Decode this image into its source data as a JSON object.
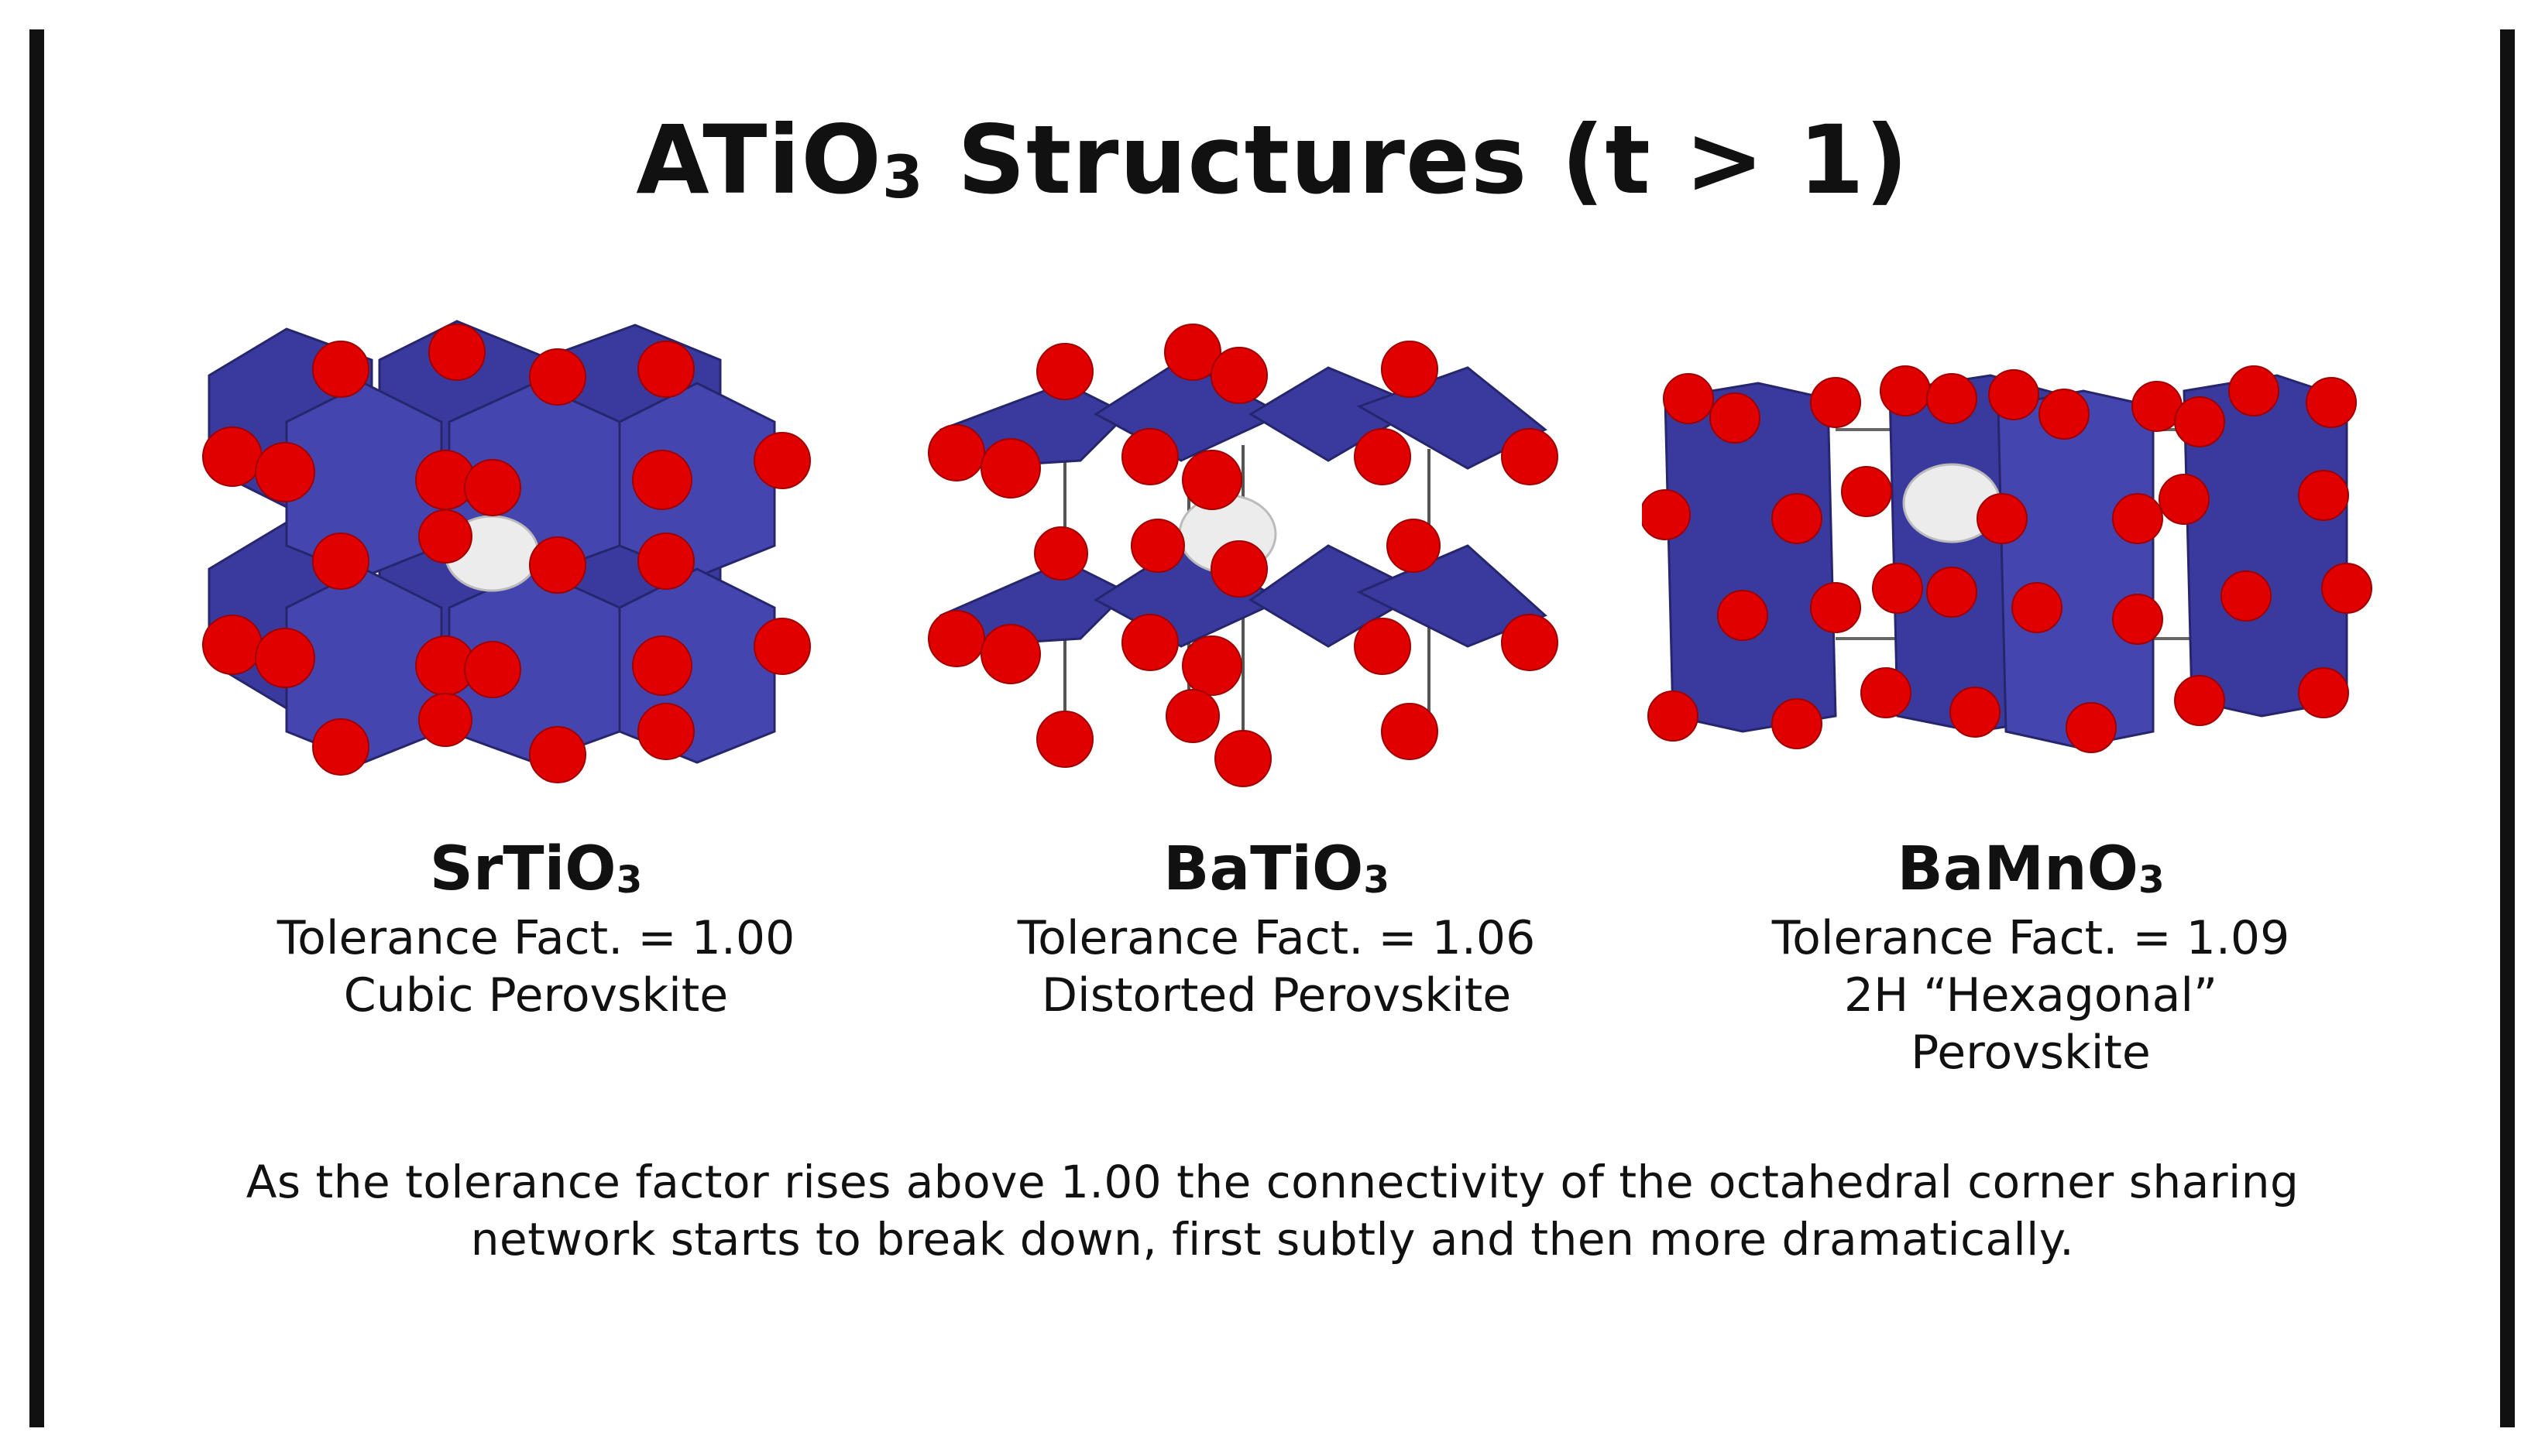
{
  "title": {
    "main": "ATiO",
    "sub": "3",
    "rest": " Structures (t > 1)"
  },
  "columns": [
    {
      "formula_main": "SrTiO",
      "formula_sub": "3",
      "tolerance": "Tolerance Fact. = 1.00",
      "lines": [
        "Cubic Perovskite"
      ]
    },
    {
      "formula_main": "BaTiO",
      "formula_sub": "3",
      "tolerance": "Tolerance Fact. = 1.06",
      "lines": [
        "Distorted Perovskite"
      ]
    },
    {
      "formula_main": "BaMnO",
      "formula_sub": "3",
      "tolerance": "Tolerance Fact. = 1.09",
      "lines": [
        "2H “Hexagonal”",
        "Perovskite"
      ]
    }
  ],
  "summary": "As the tolerance factor rises above 1.00 the connectivity of the octahedral corner sharing network starts to break down, first subtly and then more dramatically.",
  "colors": {
    "octahedron": "#3a3a9e",
    "oxygen": "#e00000",
    "a_site_cation": "#f0f0f0",
    "border": "#111111"
  },
  "icons": {
    "structure_1": "cubic-perovskite-model",
    "structure_2": "distorted-perovskite-model",
    "structure_3": "hexagonal-perovskite-model"
  }
}
